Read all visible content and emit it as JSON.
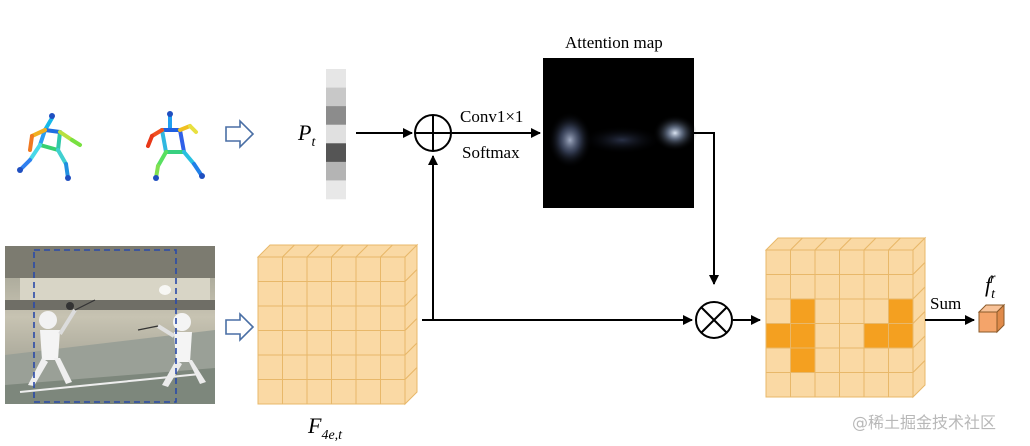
{
  "diagram": {
    "labels": {
      "pose_prior": "P",
      "pose_prior_sub": "t",
      "conv_label": "Conv1×1",
      "softmax_label": "Softmax",
      "attention_title": "Attention map",
      "feature_map": "F",
      "feature_map_sub": "4e,t",
      "sum_label": "Sum",
      "output_feature": "f",
      "output_feature_sub": "t",
      "output_feature_sup": "r"
    },
    "watermark": "@稀土掘金技术社区",
    "pose_strip_shades": [
      "#e6e6e6",
      "#c8c8c8",
      "#8c8c8c",
      "#e0e0e0",
      "#555555",
      "#b4b4b4",
      "#e8e8e8"
    ],
    "highlight_cells": [
      [
        2,
        1
      ],
      [
        2,
        5
      ],
      [
        3,
        0
      ],
      [
        3,
        1
      ],
      [
        3,
        4
      ],
      [
        3,
        5
      ],
      [
        4,
        1
      ]
    ],
    "colors": {
      "cube_face": "#fad9a4",
      "cube_edge": "#e8b86a",
      "cube_highlight": "#f4a020",
      "output_cube": "#f4a46a",
      "arrow": "#000000",
      "hollow_arrow": "#4a6fa5"
    }
  }
}
